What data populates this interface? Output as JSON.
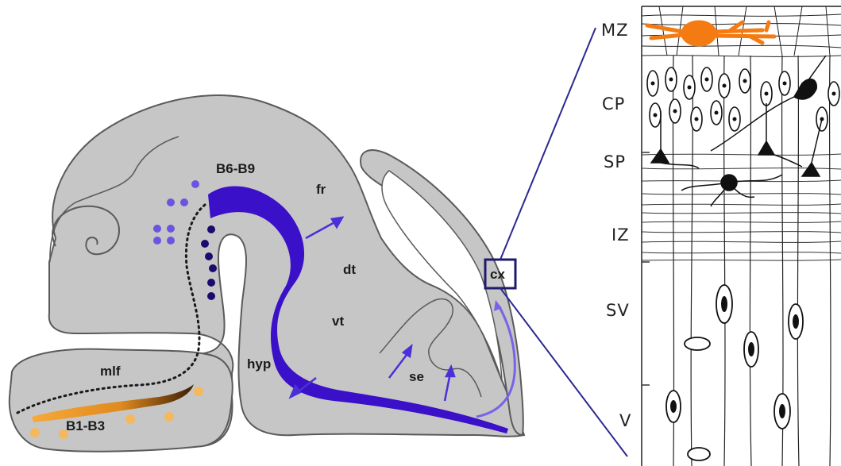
{
  "colors": {
    "brain_fill": "#c6c6c6",
    "brain_stroke": "#5a5a5a",
    "dopaminergic_blue": "#3a10c8",
    "dark_navy": "#1c0a6e",
    "light_purple": "#6a55e0",
    "serotonergic_orange": "#f2a53a",
    "orange_neuron": "#f47a12"
  },
  "brain_section": {
    "labels": {
      "b6_b9": "B6-B9",
      "fr": "fr",
      "dt": "dt",
      "vt": "vt",
      "hyp": "hyp",
      "se": "se",
      "mlf": "mlf",
      "b1_b3": "B1-B3",
      "cx": "cx"
    }
  },
  "cortex_panel": {
    "layers": [
      "MZ",
      "CP",
      "SP",
      "IZ",
      "SV",
      "V"
    ]
  }
}
